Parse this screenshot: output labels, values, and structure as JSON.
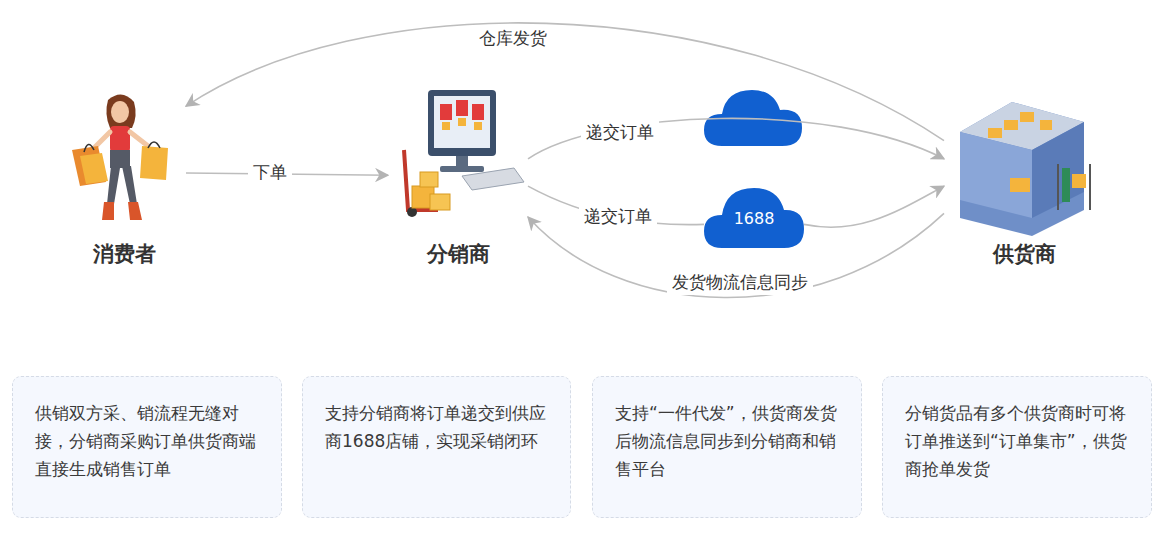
{
  "diagram": {
    "nodes": [
      {
        "text": [
          "消费者"
        ]
      },
      {
        "text": [
          "分销商"
        ]
      },
      {
        "text": [
          "1688"
        ]
      },
      {
        "text": [
          "供货商"
        ]
      },
      {
        "text": [
          "供销双方采、销流程无缝对接，分销商采购订单供货商端直接生成销售订单"
        ]
      },
      {
        "text": [
          "支持分销商将订单递交到供应商1688店铺，实现采销闭环"
        ]
      },
      {
        "text": [
          "支持“一件代发”，供货商发货后物流信息同步到分销商和销售平台"
        ]
      },
      {
        "text": [
          "分销货品有多个供货商时可将订单推送到“订单集市”，供货商抢单发货"
        ]
      }
    ],
    "edges": [
      {
        "from": 0,
        "to": 1,
        "label": "下单",
        "arrow": "to"
      },
      {
        "from": 1,
        "to": 3,
        "label": "递交订单",
        "arrow": "to"
      },
      {
        "from": 1,
        "to": 2,
        "label": "递交订单",
        "arrow": "none"
      },
      {
        "from": 2,
        "to": 3,
        "arrow": "to"
      },
      {
        "from": 3,
        "to": 1,
        "label": "发货物流信息同步",
        "arrow": "to"
      },
      {
        "from": 3,
        "to": 0,
        "label": "仓库发货",
        "arrow": "to"
      }
    ]
  }
}
